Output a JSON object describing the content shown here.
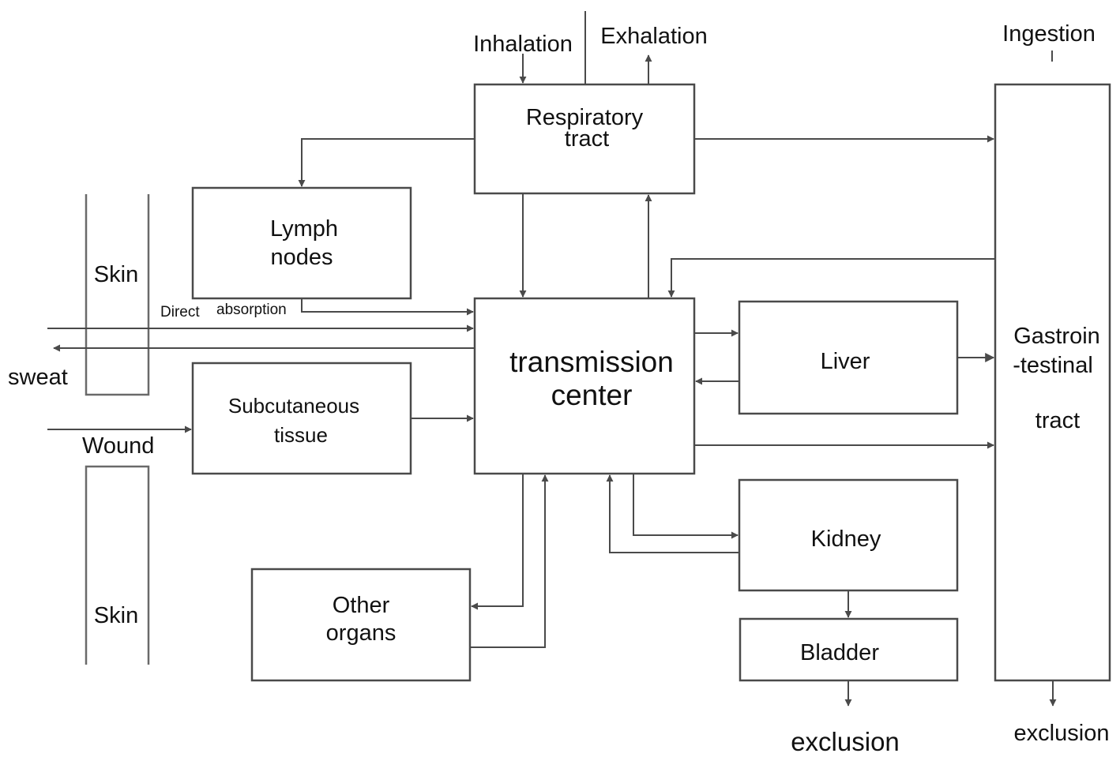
{
  "nodes": {
    "respiratory_tract": {
      "line1": "Respiratory",
      "line2": "tract"
    },
    "lymph_nodes": {
      "line1": "Lymph",
      "line2": "nodes"
    },
    "transmission_center": {
      "line1": "transmission",
      "line2": "center"
    },
    "liver": {
      "label": "Liver"
    },
    "subcutaneous_tissue": {
      "line1": "Subcutaneous",
      "line2": "tissue"
    },
    "kidney": {
      "label": "Kidney"
    },
    "bladder": {
      "label": "Bladder"
    },
    "other_organs": {
      "line1": "Other",
      "line2": "organs"
    },
    "gastrointestinal_tract": {
      "line1": "Gastroin",
      "line2": "-testinal",
      "line3": "tract"
    }
  },
  "labels": {
    "inhalation": "Inhalation",
    "exhalation": "Exhalation",
    "ingestion": "Ingestion",
    "skin_top": "Skin",
    "skin_bottom": "Skin",
    "direct": "Direct",
    "absorption": "absorption",
    "sweat": "sweat",
    "wound": "Wound",
    "exclusion_bladder": "exclusion",
    "exclusion_gi": "exclusion"
  },
  "colors": {
    "stroke": "#4a4a4a",
    "text": "#111111"
  }
}
